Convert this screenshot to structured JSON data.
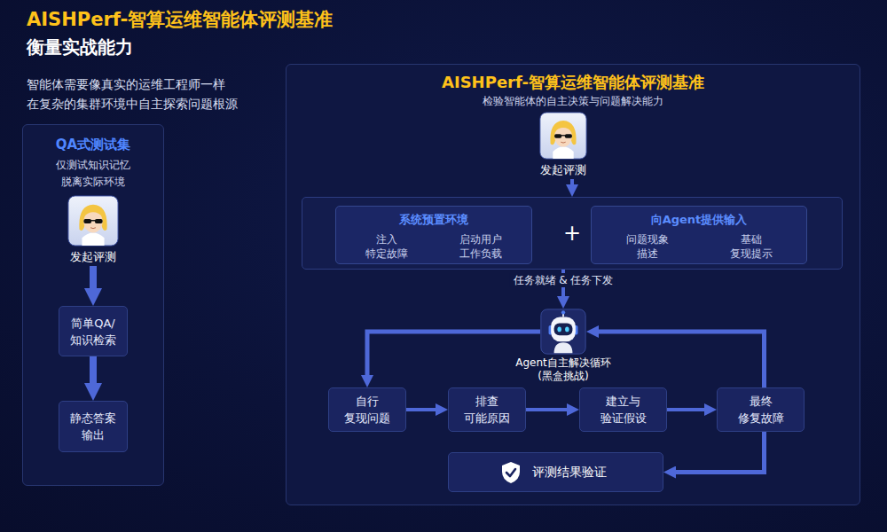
{
  "diagram": {
    "title": "AISHPerf-智算运维智能体评测基准",
    "nodes": [
      {
        "text": [
          "QA式测试集",
          "仅测试知识记忆 脱离实际环境"
        ]
      },
      {
        "text": [
          "发起评测"
        ],
        "in": 0
      },
      {
        "text": [
          "简单QA/ 知识检索"
        ],
        "in": 0
      },
      {
        "text": [
          "静态答案 输出"
        ],
        "in": 0
      },
      {
        "text": [
          "AISHPerf-智算运维智能体评测基准",
          "检验智能体的自主决策与问题解决能力"
        ]
      },
      {
        "text": [
          "发起评测"
        ],
        "in": 4
      },
      {
        "text": [
          "+"
        ],
        "in": 4
      },
      {
        "text": [
          "系统预置环境",
          "注入 特定故障",
          "启动用户 工作负载"
        ],
        "in": 6
      },
      {
        "text": [
          "向Agent提供输入",
          "问题现象 描述",
          "基础 复现提示"
        ],
        "in": 6
      },
      {
        "text": [
          "Agent自主解决循环 (黑盒挑战)"
        ],
        "in": 4
      },
      {
        "text": [
          "自行 复现问题"
        ],
        "in": 4
      },
      {
        "text": [
          "排查 可能原因"
        ],
        "in": 4
      },
      {
        "text": [
          "建立与 验证假设"
        ],
        "in": 4
      },
      {
        "text": [
          "最终 修复故障"
        ],
        "in": 4
      },
      {
        "text": [
          "评测结果验证"
        ],
        "in": 4
      }
    ],
    "edges": [
      {
        "from": 1,
        "to": 2,
        "arrow": "to"
      },
      {
        "from": 2,
        "to": 3,
        "arrow": "to"
      },
      {
        "from": 5,
        "to": 6,
        "arrow": "to"
      },
      {
        "from": 6,
        "to": 9,
        "label": "任务就绪 & 任务下发",
        "arrow": "to"
      },
      {
        "from": 9,
        "to": 10,
        "arrow": "to"
      },
      {
        "from": 10,
        "to": 11,
        "arrow": "to"
      },
      {
        "from": 11,
        "to": 12,
        "arrow": "to"
      },
      {
        "from": 12,
        "to": 13,
        "arrow": "to"
      },
      {
        "from": 13,
        "to": 9,
        "arrow": "to"
      },
      {
        "from": 13,
        "to": 14,
        "arrow": "to"
      }
    ],
    "labels": [
      "衡量实战能力",
      "智能体需要像真实的运维工程师一样 在复杂的集群环境中自主探索问题根源"
    ]
  }
}
